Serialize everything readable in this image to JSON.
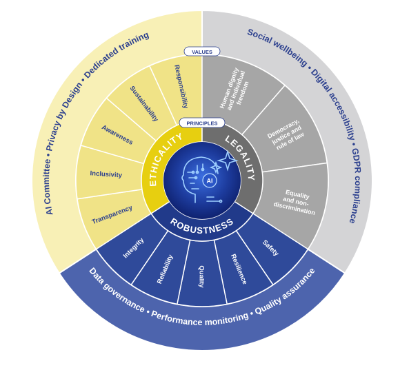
{
  "colors": {
    "yellow_outer": "#f8f0b6",
    "yellow_mid": "#f0e387",
    "yellow_inner": "#e7cf10",
    "gray_outer": "#d4d4d6",
    "gray_mid": "#a6a6a6",
    "gray_inner": "#6e6e6e",
    "blue_outer": "#4d64ad",
    "blue_mid": "#2f4a9a",
    "blue_inner": "#213a8a",
    "label_blue": "#2b3f8e",
    "white": "#ffffff"
  },
  "outer_ring": {
    "ethicality_text": "AI Committee • Privacy by Design • Dedicated training",
    "legality_text": "Social wellbeing • Digital accessibility • GDPR compliance",
    "robustness_text": "Data governance • Performance monitoring • Quality assurance"
  },
  "tags": {
    "values": "VALUES",
    "principles": "PRINCIPLES"
  },
  "ethicality_segments": [
    "Transparency",
    "Inclusivity",
    "Awareness",
    "Sustainability",
    "Responsibility"
  ],
  "legality_segments": [
    [
      "Human dignity",
      "and individual",
      "freedom"
    ],
    [
      "Democracy,",
      "justice and",
      "rule of law"
    ],
    [
      "Equality",
      "and non-",
      "discrimination"
    ]
  ],
  "robustness_segments": [
    "Safety",
    "Resilience",
    "Quality",
    "Reliability",
    "Integrity"
  ],
  "pillars": {
    "ethicality": "ETHICALITY",
    "legality": "LEGALITY",
    "robustness": "ROBUSTNESS"
  },
  "center": {
    "badge": "AI",
    "icon": "ai-head-circuit-icon"
  }
}
